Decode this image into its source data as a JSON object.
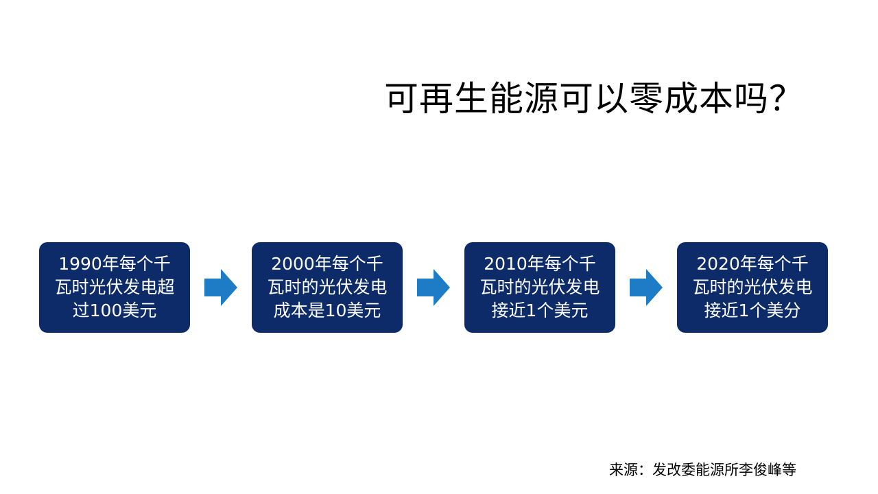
{
  "title": "可再生能源可以零成本吗？",
  "steps": [
    {
      "lines": [
        "1990年每个千",
        "瓦时光伏发电超",
        "过100美元"
      ]
    },
    {
      "lines": [
        "2000年每个千",
        "瓦时的光伏发电",
        "成本是10美元"
      ]
    },
    {
      "lines": [
        "2010年每个千",
        "瓦时的光伏发电",
        "接近1个美元"
      ]
    },
    {
      "lines": [
        "2020年每个千",
        "瓦时的光伏发电",
        "接近1个美分"
      ]
    }
  ],
  "source": "来源：发改委能源所李俊峰等",
  "colors": {
    "box_fill": "#0d2b69",
    "arrow_fill": "#1e7bc6",
    "text_on_box": "#ffffff"
  },
  "icons": {
    "connector": "right-arrow-icon"
  }
}
